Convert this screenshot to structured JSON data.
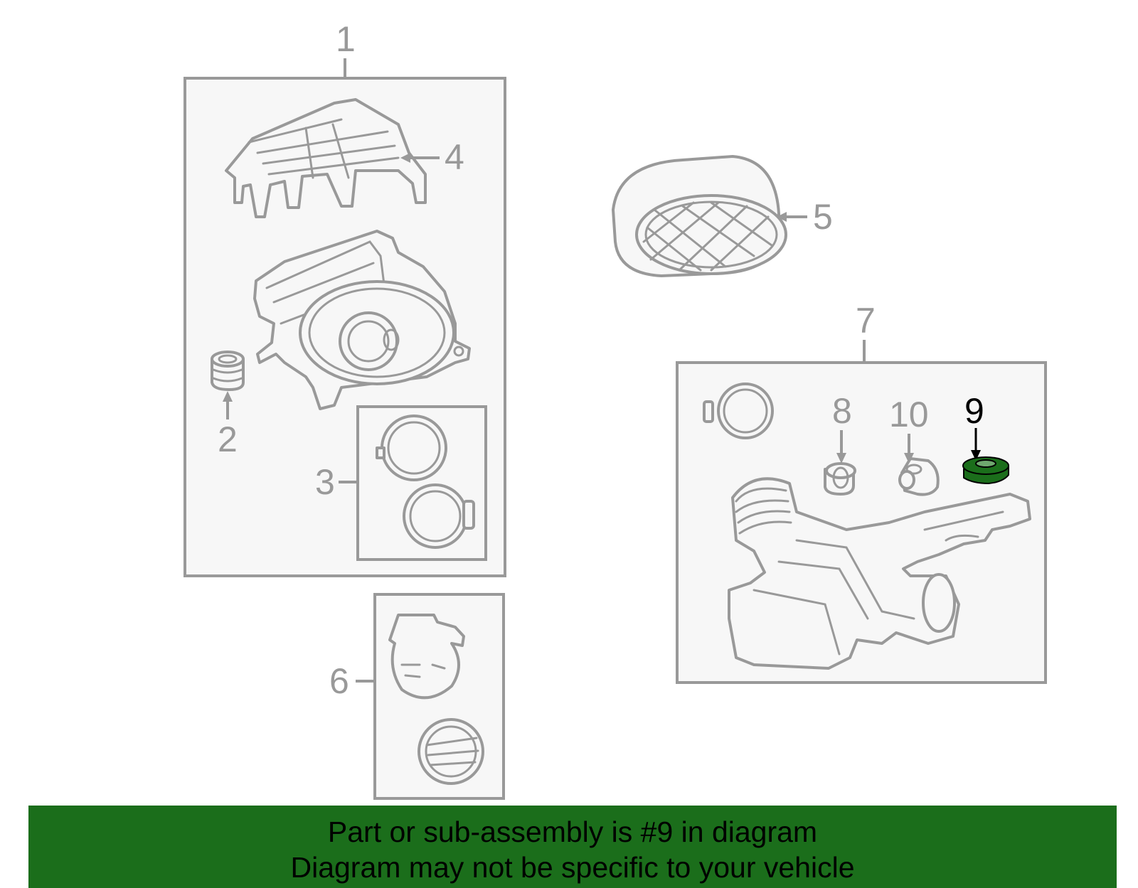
{
  "callouts": {
    "c1": "1",
    "c2": "2",
    "c3": "3",
    "c4": "4",
    "c5": "5",
    "c6": "6",
    "c7": "7",
    "c8": "8",
    "c9": "9",
    "c10": "10"
  },
  "highlighted_part": "9",
  "colors": {
    "highlight_fill": "#1b6e1b",
    "banner_bg": "#1b6e1b",
    "outline": "#999999"
  },
  "banner": {
    "line1": "Part or sub-assembly is #9 in diagram",
    "line2": "Diagram may not be specific to your vehicle"
  }
}
